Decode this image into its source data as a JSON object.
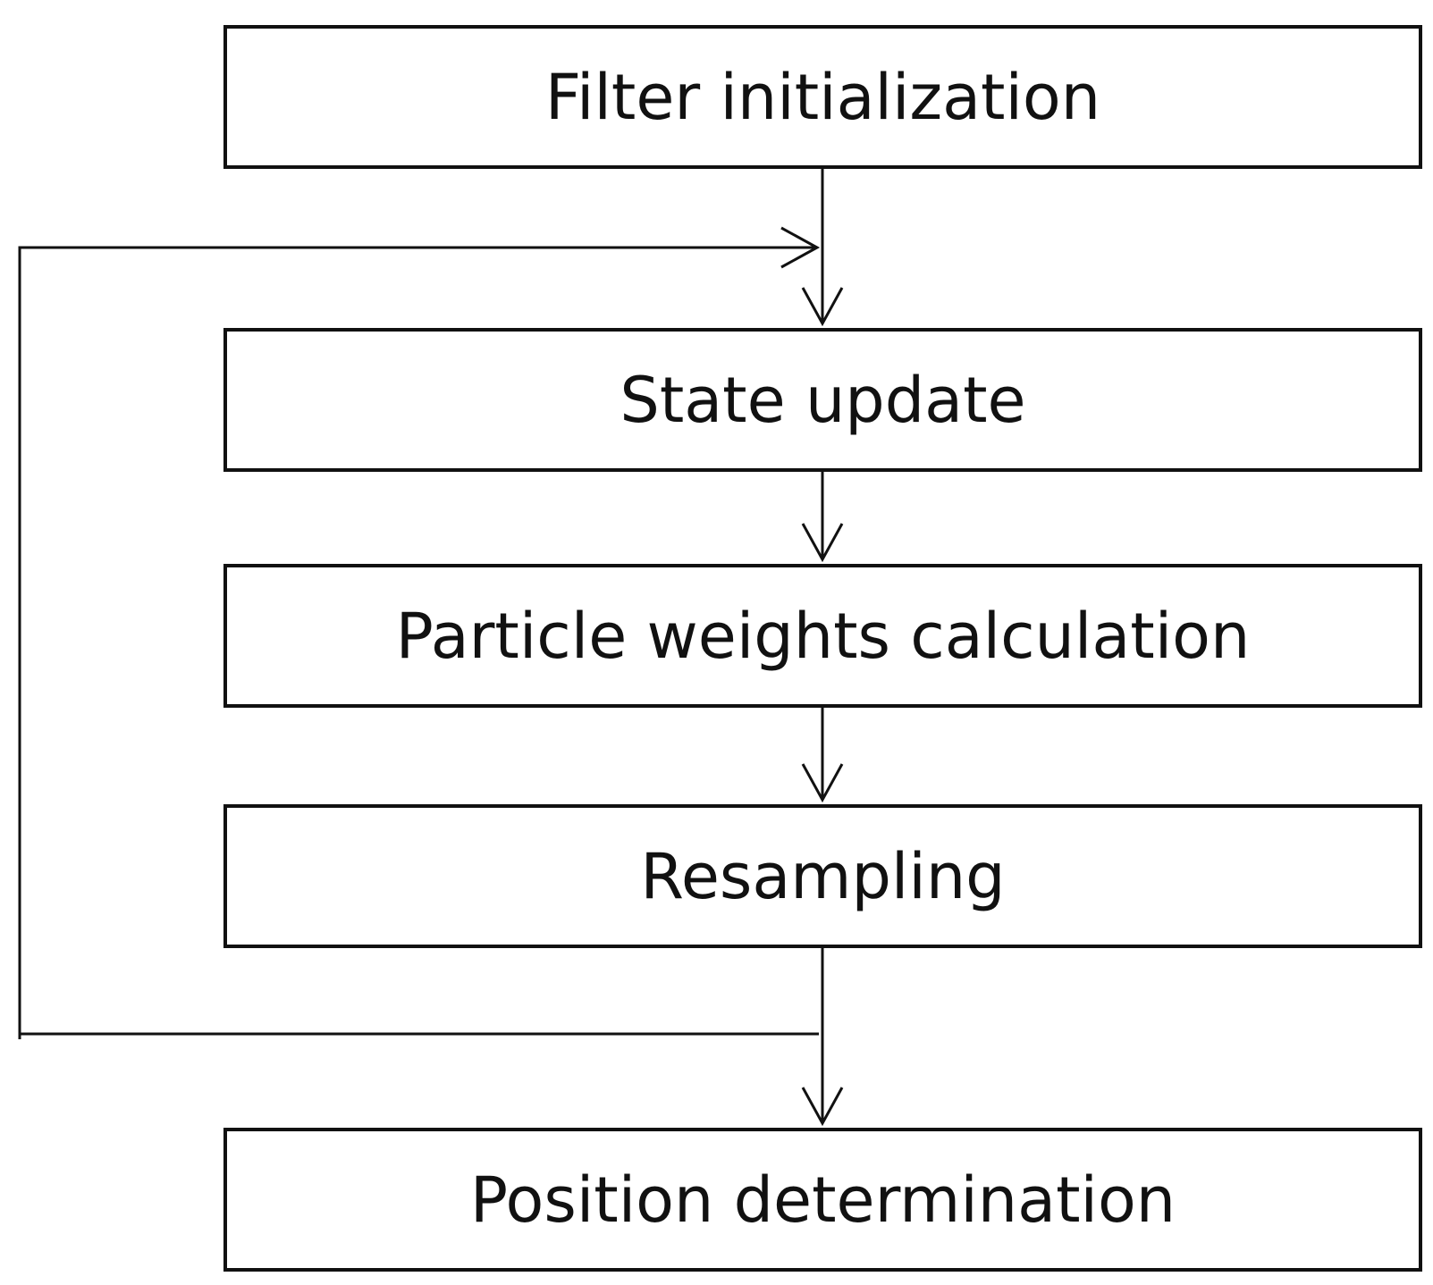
{
  "diagram": {
    "type": "flowchart",
    "steps": [
      {
        "id": "box-1",
        "label": "Filter initialization"
      },
      {
        "id": "box-2",
        "label": "State update"
      },
      {
        "id": "box-3",
        "label": "Particle weights calculation"
      },
      {
        "id": "box-4",
        "label": "Resampling"
      },
      {
        "id": "box-5",
        "label": "Position determination"
      }
    ],
    "edges": [
      {
        "from": "Filter initialization",
        "to": "State update"
      },
      {
        "from": "State update",
        "to": "Particle weights calculation"
      },
      {
        "from": "Particle weights calculation",
        "to": "Resampling"
      },
      {
        "from": "Resampling",
        "to": "Position determination"
      },
      {
        "from": "Resampling",
        "to": "State update",
        "kind": "feedback-loop"
      }
    ]
  }
}
